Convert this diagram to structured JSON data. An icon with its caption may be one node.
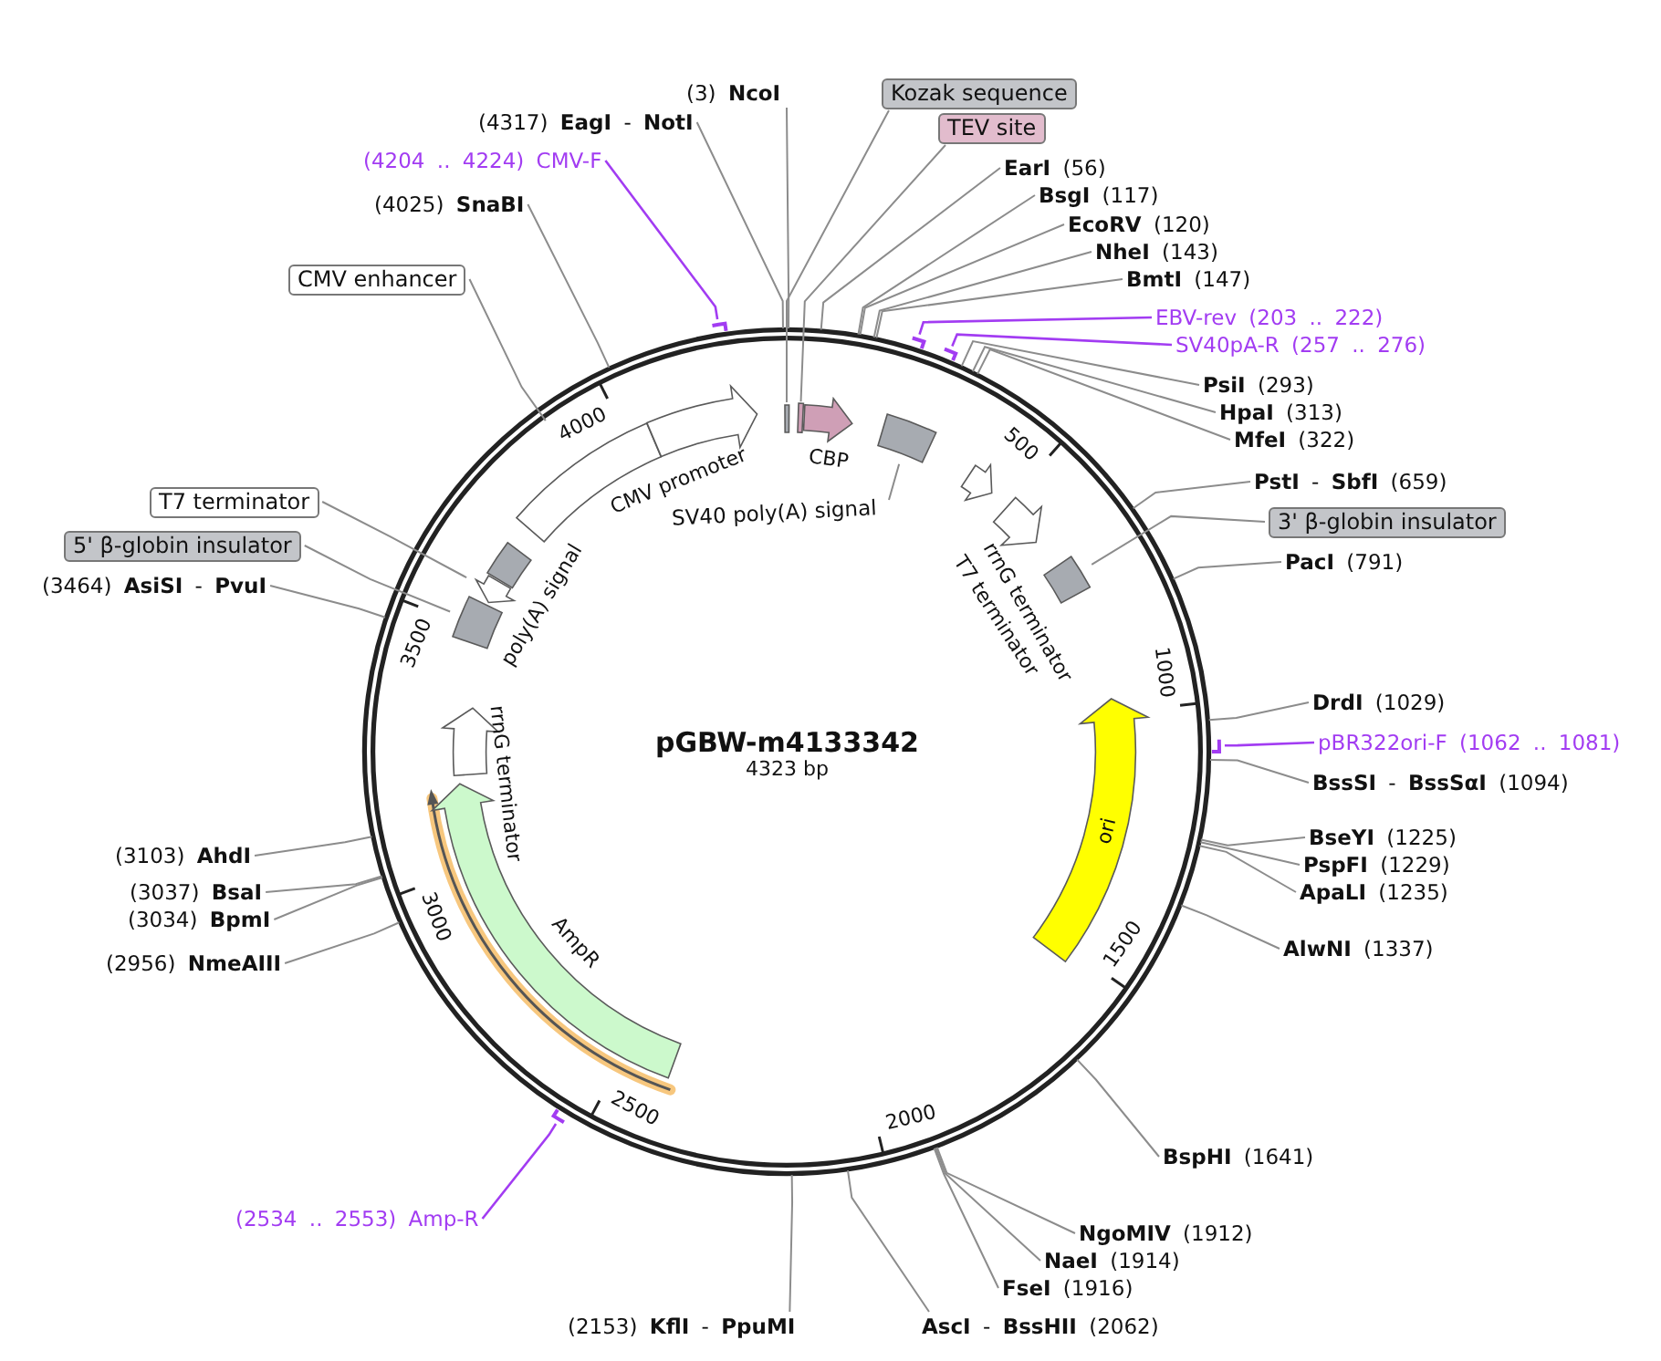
{
  "diagram": {
    "title": "pGBW-m4133342",
    "nodes": [
      {
        "text": [
          "(3) **NcoI**"
        ]
      },
      {
        "text": [
          "(4317) **EagI** - **NotI**"
        ]
      },
      {
        "text": [
          "(4204 .. 4224) CMV-F"
        ]
      },
      {
        "text": [
          "(4025) **SnaBI**"
        ]
      },
      {
        "text": [
          "CMV enhancer"
        ]
      },
      {
        "text": [
          "Kozak sequence"
        ]
      },
      {
        "text": [
          "TEV site"
        ]
      },
      {
        "text": [
          "**EarI** (56)"
        ]
      },
      {
        "text": [
          "**BsgI** (117)"
        ]
      },
      {
        "text": [
          "**EcoRV** (120)"
        ]
      },
      {
        "text": [
          "**NheI** (143)"
        ]
      },
      {
        "text": [
          "**BmtI** (147)"
        ]
      },
      {
        "text": [
          "EBV-rev (203 .. 222)"
        ]
      },
      {
        "text": [
          "SV40pA-R (257 .. 276)"
        ]
      },
      {
        "text": [
          "**PsiI** (293)"
        ]
      },
      {
        "text": [
          "**HpaI** (313)"
        ]
      },
      {
        "text": [
          "**MfeI** (322)"
        ]
      },
      {
        "text": [
          "**PstI** - **SbfI** (659)"
        ]
      },
      {
        "text": [
          "3' β-globin insulator"
        ]
      },
      {
        "text": [
          "**PacI** (791)"
        ]
      },
      {
        "text": [
          "**DrdI** (1029)"
        ]
      },
      {
        "text": [
          "pBR322ori-F (1062 .. 1081)"
        ]
      },
      {
        "text": [
          "**BssSI** - **BssSαI** (1094)"
        ]
      },
      {
        "text": [
          "**BseYI** (1225)"
        ]
      },
      {
        "text": [
          "**PspFI** (1229)"
        ]
      },
      {
        "text": [
          "**ApaLI** (1235)"
        ]
      },
      {
        "text": [
          "**AlwNI** (1337)"
        ]
      },
      {
        "text": [
          "**BspHI** (1641)"
        ]
      },
      {
        "text": [
          "**NgoMIV** (1912)"
        ]
      },
      {
        "text": [
          "**NaeI** (1914)"
        ]
      },
      {
        "text": [
          "**FseI** (1916)"
        ]
      },
      {
        "text": [
          "**AscI** - **BssHII** (2062)"
        ]
      },
      {
        "text": [
          "(2153) **KflI** - **PpuMI**"
        ]
      },
      {
        "text": [
          "(2534 .. 2553) Amp-R"
        ]
      },
      {
        "text": [
          "(2956) **NmeAIII**"
        ]
      },
      {
        "text": [
          "(3034) **BpmI**"
        ]
      },
      {
        "text": [
          "(3037) **BsaI**"
        ]
      },
      {
        "text": [
          "(3103) **AhdI**"
        ]
      },
      {
        "text": [
          "(3464) **AsiSI** - **PvuI**"
        ]
      },
      {
        "text": [
          "5' β-globin insulator"
        ]
      },
      {
        "text": [
          "T7 terminator"
        ]
      },
      {
        "text": [],
        "shape": "box"
      },
      {
        "text": [],
        "shape": "box"
      },
      {
        "text": [
          "CBP"
        ]
      },
      {
        "text": [],
        "shape": "box"
      },
      {
        "text": [
          "CMV promoter"
        ]
      },
      {
        "text": [],
        "shape": "box"
      },
      {
        "text": [
          "SV40 poly(A) signal"
        ]
      },
      {
        "text": [
          "rrnG terminator"
        ]
      },
      {
        "text": [
          "T7 terminator"
        ]
      },
      {
        "text": [],
        "shape": "box"
      },
      {
        "text": [
          "ori"
        ]
      },
      {
        "text": [
          "AmpR"
        ]
      },
      {
        "text": [
          "rrnG terminator"
        ]
      },
      {
        "text": [
          "poly(A) signal"
        ]
      },
      {
        "text": [],
        "shape": "arrow"
      },
      {
        "text": [],
        "shape": "box"
      }
    ],
    "edges": [
      {
        "from": 0,
        "to": null,
        "arrow": "none"
      },
      {
        "from": 1,
        "to": null,
        "arrow": "none"
      },
      {
        "from": 2,
        "to": null,
        "arrow": "none",
        "color": "#a23cf2"
      },
      {
        "from": 3,
        "to": null,
        "arrow": "none"
      },
      {
        "from": 4,
        "to": 44,
        "arrow": "none"
      },
      {
        "from": 5,
        "to": 41,
        "arrow": "none"
      },
      {
        "from": 6,
        "to": 42,
        "arrow": "none"
      },
      {
        "from": 7,
        "to": null,
        "arrow": "none"
      },
      {
        "from": 8,
        "to": null,
        "arrow": "none"
      },
      {
        "from": 9,
        "to": null,
        "arrow": "none"
      },
      {
        "from": 10,
        "to": null,
        "arrow": "none"
      },
      {
        "from": 11,
        "to": null,
        "arrow": "none"
      },
      {
        "from": 12,
        "to": null,
        "arrow": "none",
        "color": "#a23cf2"
      },
      {
        "from": 13,
        "to": null,
        "arrow": "none",
        "color": "#a23cf2"
      },
      {
        "from": 14,
        "to": null,
        "arrow": "none"
      },
      {
        "from": 15,
        "to": null,
        "arrow": "none"
      },
      {
        "from": 16,
        "to": null,
        "arrow": "none"
      },
      {
        "from": 17,
        "to": null,
        "arrow": "none"
      },
      {
        "from": 18,
        "to": 50,
        "arrow": "none"
      },
      {
        "from": 19,
        "to": null,
        "arrow": "none"
      },
      {
        "from": 20,
        "to": null,
        "arrow": "none"
      },
      {
        "from": 21,
        "to": null,
        "arrow": "none",
        "color": "#a23cf2"
      },
      {
        "from": 22,
        "to": null,
        "arrow": "none"
      },
      {
        "from": 23,
        "to": null,
        "arrow": "none"
      },
      {
        "from": 24,
        "to": null,
        "arrow": "none"
      },
      {
        "from": 25,
        "to": null,
        "arrow": "none"
      },
      {
        "from": 26,
        "to": null,
        "arrow": "none"
      },
      {
        "from": 27,
        "to": null,
        "arrow": "none"
      },
      {
        "from": 28,
        "to": null,
        "arrow": "none"
      },
      {
        "from": 29,
        "to": null,
        "arrow": "none"
      },
      {
        "from": 30,
        "to": null,
        "arrow": "none"
      },
      {
        "from": 31,
        "to": null,
        "arrow": "none"
      },
      {
        "from": 32,
        "to": null,
        "arrow": "none"
      },
      {
        "from": 33,
        "to": null,
        "arrow": "none",
        "color": "#a23cf2"
      },
      {
        "from": 34,
        "to": null,
        "arrow": "none"
      },
      {
        "from": 35,
        "to": null,
        "arrow": "none"
      },
      {
        "from": 36,
        "to": null,
        "arrow": "none"
      },
      {
        "from": 37,
        "to": null,
        "arrow": "none"
      },
      {
        "from": 38,
        "to": null,
        "arrow": "none"
      },
      {
        "from": 39,
        "to": 56,
        "arrow": "none"
      },
      {
        "from": 40,
        "to": 55,
        "arrow": "none"
      },
      {
        "from": 47,
        "to": 46,
        "arrow": "none"
      }
    ],
    "labels": [
      "4323 bp",
      "500",
      "1000",
      "1500",
      "2000",
      "2500",
      "3000",
      "3500",
      "4000"
    ]
  }
}
